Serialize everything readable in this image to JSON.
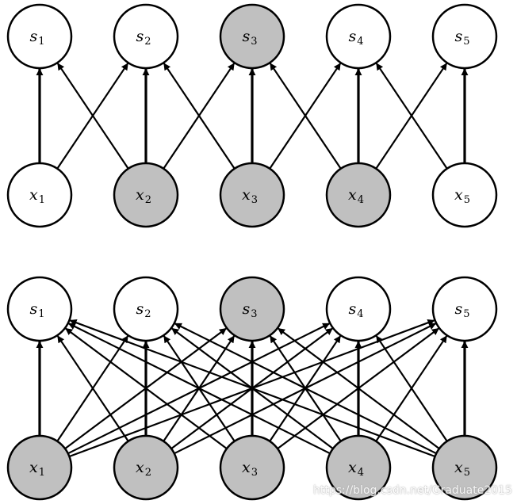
{
  "colors": {
    "node_fill": "#ffffff",
    "node_fill_highlighted": "#c0c0c0",
    "stroke": "#000000"
  },
  "diagrams": [
    {
      "name": "sparse-connectivity-from-below",
      "inputs": [
        {
          "var": "x",
          "sub": "1",
          "highlighted": false
        },
        {
          "var": "x",
          "sub": "2",
          "highlighted": true
        },
        {
          "var": "x",
          "sub": "3",
          "highlighted": true
        },
        {
          "var": "x",
          "sub": "4",
          "highlighted": true
        },
        {
          "var": "x",
          "sub": "5",
          "highlighted": false
        }
      ],
      "outputs": [
        {
          "var": "s",
          "sub": "1",
          "highlighted": false
        },
        {
          "var": "s",
          "sub": "2",
          "highlighted": false
        },
        {
          "var": "s",
          "sub": "3",
          "highlighted": true
        },
        {
          "var": "s",
          "sub": "4",
          "highlighted": false
        },
        {
          "var": "s",
          "sub": "5",
          "highlighted": false
        }
      ],
      "edges": [
        [
          0,
          0
        ],
        [
          0,
          1
        ],
        [
          1,
          0
        ],
        [
          1,
          1
        ],
        [
          1,
          2
        ],
        [
          2,
          1
        ],
        [
          2,
          2
        ],
        [
          2,
          3
        ],
        [
          3,
          2
        ],
        [
          3,
          3
        ],
        [
          3,
          4
        ],
        [
          4,
          3
        ],
        [
          4,
          4
        ]
      ]
    },
    {
      "name": "full-connectivity",
      "inputs": [
        {
          "var": "x",
          "sub": "1",
          "highlighted": true
        },
        {
          "var": "x",
          "sub": "2",
          "highlighted": true
        },
        {
          "var": "x",
          "sub": "3",
          "highlighted": true
        },
        {
          "var": "x",
          "sub": "4",
          "highlighted": true
        },
        {
          "var": "x",
          "sub": "5",
          "highlighted": true
        }
      ],
      "outputs": [
        {
          "var": "s",
          "sub": "1",
          "highlighted": false
        },
        {
          "var": "s",
          "sub": "2",
          "highlighted": false
        },
        {
          "var": "s",
          "sub": "3",
          "highlighted": true
        },
        {
          "var": "s",
          "sub": "4",
          "highlighted": false
        },
        {
          "var": "s",
          "sub": "5",
          "highlighted": false
        }
      ],
      "edges": "all"
    }
  ],
  "watermark": "https://blog.csdn.net/Graduate2015"
}
